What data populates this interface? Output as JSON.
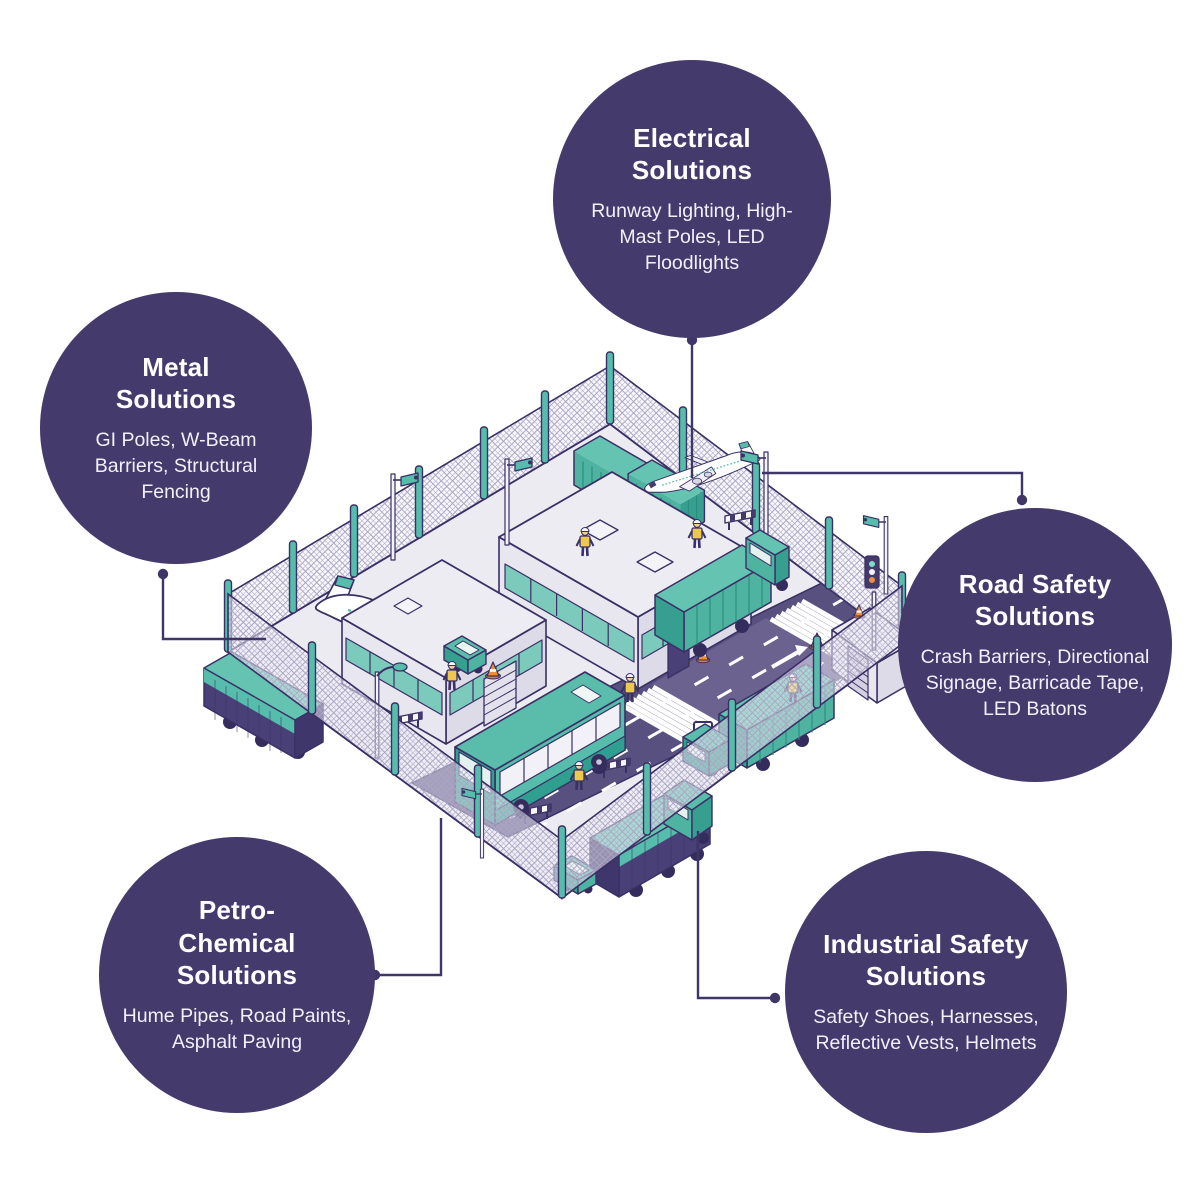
{
  "bubbles": [
    {
      "id": "electrical",
      "title": "Electrical Solutions",
      "description": "Runway Lighting, High-Mast Poles, LED Floodlights"
    },
    {
      "id": "metal",
      "title": "Metal Solutions",
      "description": "GI Poles, W-Beam Barriers, Structural Fencing"
    },
    {
      "id": "road-safety",
      "title": "Road Safety Solutions",
      "description": "Crash Barriers, Directional Signage, Barricade Tape, LED Batons"
    },
    {
      "id": "petro-chemical",
      "title": "Petro-Chemical Solutions",
      "description": "Hume Pipes, Road Paints, Asphalt Paving"
    },
    {
      "id": "industrial-safety",
      "title": "Industrial Safety Solutions",
      "description": "Safety Shoes, Harnesses, Reflective Vests, Helmets"
    }
  ],
  "colors": {
    "bubble": "#453a6c",
    "connector": "#3f3567",
    "outline": "#3a3065",
    "teal": "#56bcab",
    "teal_dark": "#2f9f8f",
    "road": "#58517f",
    "road_light": "#6b6290",
    "ground": "#ecebf2",
    "vest_yellow": "#edc84e",
    "cone_orange": "#e8903f"
  }
}
